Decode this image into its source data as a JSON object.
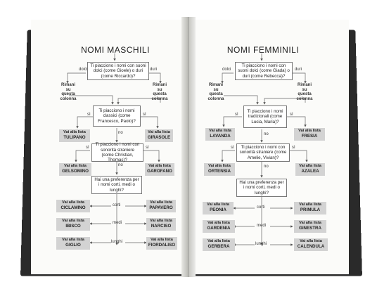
{
  "left_page": {
    "title": "NOMI MASCHILI",
    "q1": "Ti piacciono i nomi con suoni dolci (come Gioele) o duri (come Riccardo)?",
    "soft": "dolci",
    "hard": "duri",
    "stay_left": "Rimani su questa colonna",
    "stay_right": "Rimani su questa colonna",
    "q2": "Ti piacciono i nomi classici (come Francesco, Paolo)?",
    "q3": "Ti piacciono i nomi con sonorità straniere (come Christian, Thomas)?",
    "q4": "Hai una preferenza per i nomi corti, medi o lunghi?",
    "yes": "sì",
    "no": "no",
    "short": "corti",
    "medium": "medi",
    "long": "lunghi",
    "go_to": "Vai alla lista",
    "lists": [
      "TULIPANO",
      "GIRASOLE",
      "GELSOMINO",
      "GAROFANO",
      "CICLAMINO",
      "PAPAVERO",
      "IBISCO",
      "NARCISO",
      "GIGLIO",
      "FIORDALISO"
    ]
  },
  "right_page": {
    "title": "NOMI FEMMINILI",
    "q1": "Ti piacciono i nomi con suoni dolci (come Giada) o duri (come Rebecca)?",
    "soft": "dolci",
    "hard": "duri",
    "stay_left": "Rimani su questa colonna",
    "stay_right": "Rimani su questa colonna",
    "q2": "Ti piacciono i nomi tradizionali (come Lucia, Maria)?",
    "q3": "Ti piacciono i nomi con sonorità straniere (come Amelie, Vivian)?",
    "q4": "Hai una preferenza per i nomi corti, medi o lunghi?",
    "yes": "sì",
    "no": "no",
    "short": "corti",
    "medium": "medi",
    "long": "lunghi",
    "go_to": "Vai alla lista",
    "lists": [
      "LAVANDA",
      "FRESIA",
      "ORTENSIA",
      "AZALEA",
      "PEONIA",
      "PRIMULA",
      "GARDENIA",
      "GINESTRA",
      "GERBERA",
      "CALENDULA"
    ]
  }
}
